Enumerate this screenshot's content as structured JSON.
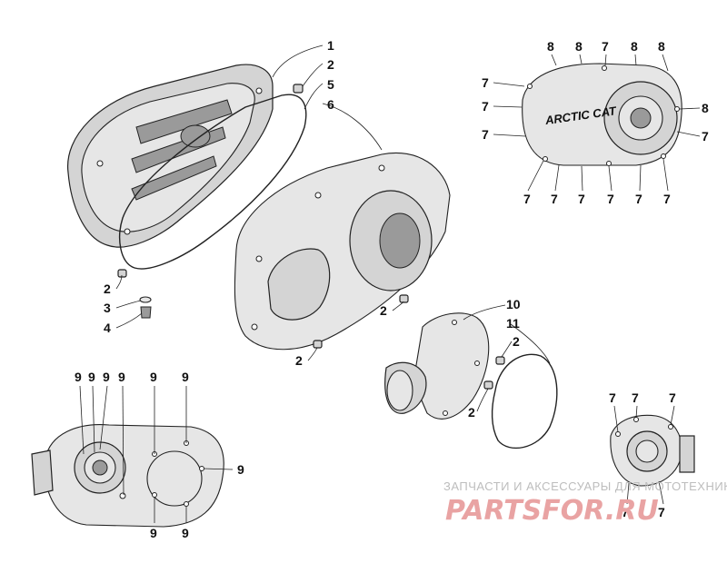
{
  "callouts": {
    "a_1": "1",
    "a_2": "2",
    "a_5": "5",
    "a_6": "6",
    "a_2b": "2",
    "a_3": "3",
    "a_4": "4",
    "a_2c": "2",
    "a_2d": "2",
    "b_8a": "8",
    "b_8b": "8",
    "b_7a": "7",
    "b_8c": "8",
    "b_8d": "8",
    "b_7l1": "7",
    "b_7l2": "7",
    "b_7l3": "7",
    "b_8r": "8",
    "b_7r": "7",
    "b_7bot1": "7",
    "b_7bot2": "7",
    "b_7bot3": "7",
    "b_7bot4": "7",
    "b_7bot5": "7",
    "b_7bot6": "7",
    "c_10": "10",
    "c_11": "11",
    "c_2": "2",
    "c_2b": "2",
    "d_9a": "9",
    "d_9b": "9",
    "d_9c": "9",
    "d_9d": "9",
    "d_9e": "9",
    "d_9f": "9",
    "d_9r": "9",
    "d_9bl": "9",
    "d_9br": "9",
    "e_7a": "7",
    "e_7b": "7",
    "e_7c": "7",
    "e_7d": "7",
    "e_7e": "7"
  },
  "cover_badge": "ARCTIC CAT",
  "watermark": {
    "top": "ЗАПЧАСТИ И АКСЕССУАРЫ ДЛЯ МОТОТЕХНИКИ",
    "brand": "PARTSFOR.RU"
  }
}
